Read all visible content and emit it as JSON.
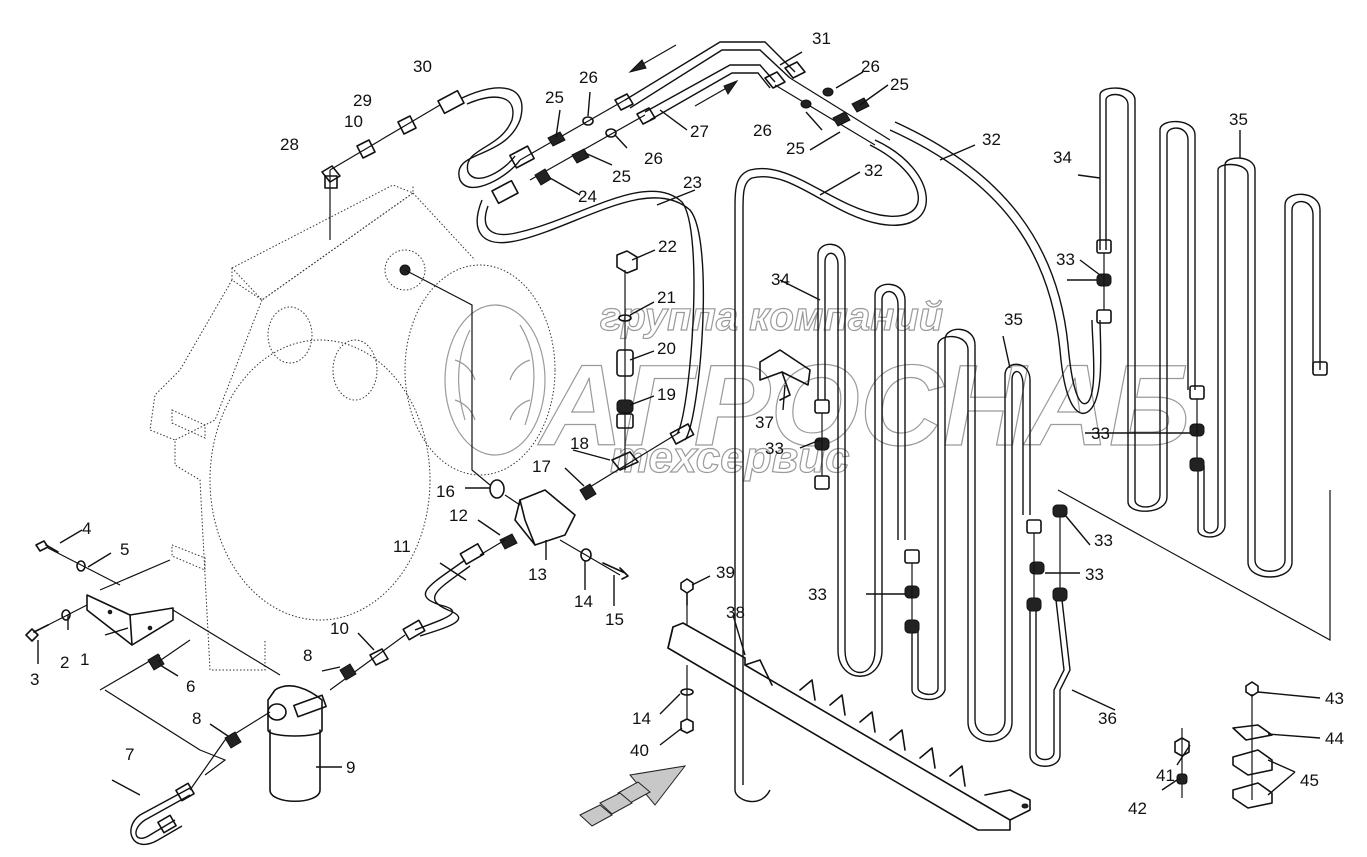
{
  "diagram": {
    "title": "Hydraulic oil cooling circuit – exploded parts view",
    "watermark": {
      "line1": "группа компаний",
      "line2": "АГРОСНАБ",
      "line3": "техсервис"
    },
    "flow_arrows": [
      "return-left",
      "supply-right"
    ],
    "callouts": [
      {
        "id": "c1",
        "label": "1"
      },
      {
        "id": "c2",
        "label": "2"
      },
      {
        "id": "c3",
        "label": "3"
      },
      {
        "id": "c4",
        "label": "4"
      },
      {
        "id": "c5",
        "label": "5"
      },
      {
        "id": "c6",
        "label": "6"
      },
      {
        "id": "c7",
        "label": "7"
      },
      {
        "id": "c8a",
        "label": "8"
      },
      {
        "id": "c8b",
        "label": "8"
      },
      {
        "id": "c9",
        "label": "9"
      },
      {
        "id": "c10a",
        "label": "10"
      },
      {
        "id": "c10b",
        "label": "10"
      },
      {
        "id": "c11",
        "label": "11"
      },
      {
        "id": "c12",
        "label": "12"
      },
      {
        "id": "c13",
        "label": "13"
      },
      {
        "id": "c14a",
        "label": "14"
      },
      {
        "id": "c14b",
        "label": "14"
      },
      {
        "id": "c15",
        "label": "15"
      },
      {
        "id": "c16",
        "label": "16"
      },
      {
        "id": "c17",
        "label": "17"
      },
      {
        "id": "c18",
        "label": "18"
      },
      {
        "id": "c19",
        "label": "19"
      },
      {
        "id": "c20",
        "label": "20"
      },
      {
        "id": "c21",
        "label": "21"
      },
      {
        "id": "c22",
        "label": "22"
      },
      {
        "id": "c23",
        "label": "23"
      },
      {
        "id": "c24",
        "label": "24"
      },
      {
        "id": "c25a",
        "label": "25"
      },
      {
        "id": "c25b",
        "label": "25"
      },
      {
        "id": "c25c",
        "label": "25"
      },
      {
        "id": "c25d",
        "label": "25"
      },
      {
        "id": "c26a",
        "label": "26"
      },
      {
        "id": "c26b",
        "label": "26"
      },
      {
        "id": "c26c",
        "label": "26"
      },
      {
        "id": "c26d",
        "label": "26"
      },
      {
        "id": "c27",
        "label": "27"
      },
      {
        "id": "c28",
        "label": "28"
      },
      {
        "id": "c29",
        "label": "29"
      },
      {
        "id": "c30",
        "label": "30"
      },
      {
        "id": "c31",
        "label": "31"
      },
      {
        "id": "c32a",
        "label": "32"
      },
      {
        "id": "c32b",
        "label": "32"
      },
      {
        "id": "c33a",
        "label": "33"
      },
      {
        "id": "c33b",
        "label": "33"
      },
      {
        "id": "c33c",
        "label": "33"
      },
      {
        "id": "c33d",
        "label": "33"
      },
      {
        "id": "c33e",
        "label": "33"
      },
      {
        "id": "c33f",
        "label": "33"
      },
      {
        "id": "c34a",
        "label": "34"
      },
      {
        "id": "c34b",
        "label": "34"
      },
      {
        "id": "c35a",
        "label": "35"
      },
      {
        "id": "c35b",
        "label": "35"
      },
      {
        "id": "c36",
        "label": "36"
      },
      {
        "id": "c37",
        "label": "37"
      },
      {
        "id": "c38",
        "label": "38"
      },
      {
        "id": "c39",
        "label": "39"
      },
      {
        "id": "c40",
        "label": "40"
      },
      {
        "id": "c41",
        "label": "41"
      },
      {
        "id": "c42",
        "label": "42"
      },
      {
        "id": "c43",
        "label": "43"
      },
      {
        "id": "c44",
        "label": "44"
      },
      {
        "id": "c45",
        "label": "45"
      }
    ]
  }
}
